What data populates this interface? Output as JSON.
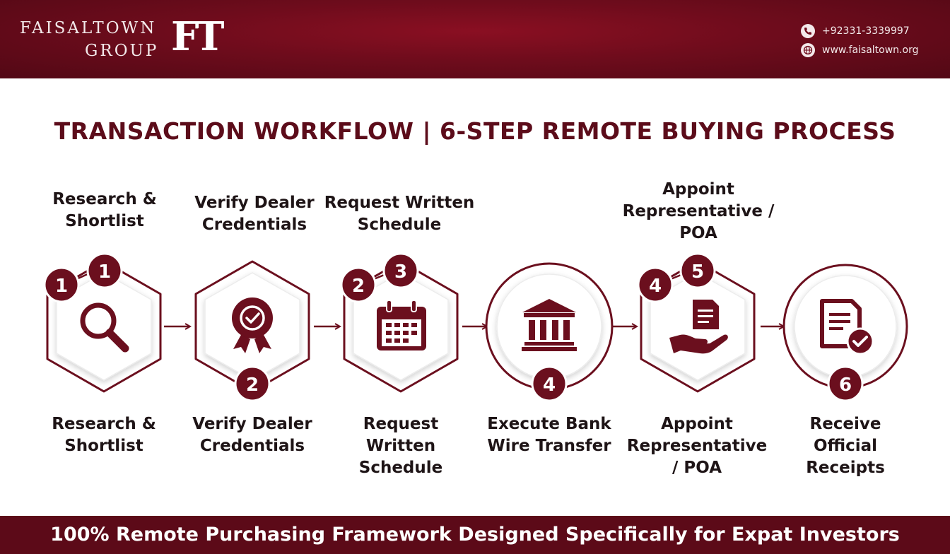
{
  "header": {
    "brand_line1": "FAISALTOWN",
    "brand_line2": "GROUP",
    "monogram": "FT",
    "phone": "+92331-3339997",
    "website": "www.faisaltown.org"
  },
  "title": "TRANSACTION WORKFLOW | 6-STEP REMOTE BUYING PROCESS",
  "top_labels": [
    [
      "Research &",
      "Shortlist"
    ],
    [
      "Verify Dealer",
      "Credentials"
    ],
    [
      "Request Written",
      "Schedule"
    ],
    [
      "Appoint",
      "Representative /",
      "POA"
    ]
  ],
  "bottom_labels": [
    [
      "Research &",
      "Shortlist"
    ],
    [
      "Verify Dealer",
      "Credentials"
    ],
    [
      "Request",
      "Written",
      "Schedule"
    ],
    [
      "Execute Bank",
      "Wire Transfer"
    ],
    [
      "Appoint",
      "Representative",
      "/ POA"
    ],
    [
      "Receive",
      "Official",
      "Receipts"
    ]
  ],
  "badges": {
    "step1_left": "1",
    "step1_top": "1",
    "step2_bottom": "2",
    "step3_left": "2",
    "step3_top": "3",
    "step4_bottom": "4",
    "step5_left": "4",
    "step5_top": "5",
    "step6_bottom": "6"
  },
  "icons": [
    "magnifier-icon",
    "badge-check-icon",
    "calendar-icon",
    "bank-icon",
    "hand-document-icon",
    "receipt-check-icon"
  ],
  "colors": {
    "primary": "#6b0f1e",
    "header": "#6e0c1c",
    "footer": "#5c0a18",
    "text": "#1e1416"
  },
  "footer": "100% Remote Purchasing Framework Designed Specifically for Expat Investors"
}
